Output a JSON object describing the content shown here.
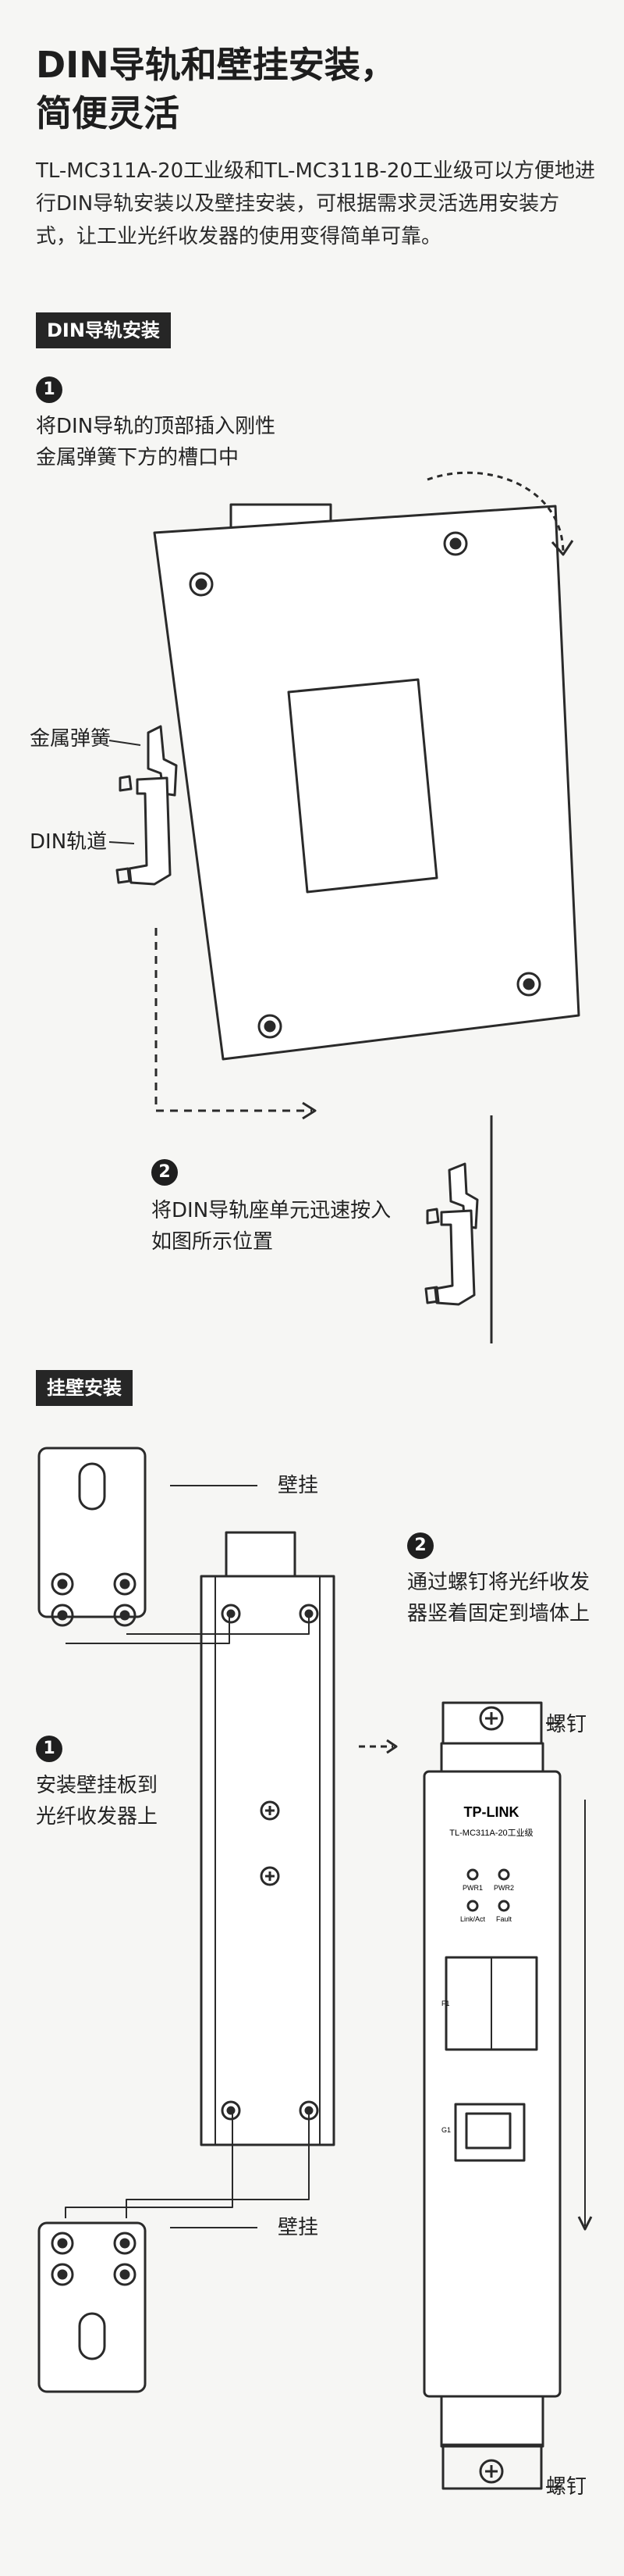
{
  "header": {
    "title_line1": "DIN导轨和壁挂安装，",
    "title_line2": "简便灵活",
    "intro": "TL-MC311A-20工业级和TL-MC311B-20工业级可以方便地进行DIN导轨安装以及壁挂安装，可根据需求灵活选用安装方式，让工业光纤收发器的使用变得简单可靠。"
  },
  "din_section": {
    "label": "DIN导轨安装",
    "step1_number": "1",
    "step1_text": "将DIN导轨的顶部插入刚性金属弹簧下方的槽口中",
    "label_spring": "金属弹簧",
    "label_rail": "DIN轨道",
    "step2_number": "2",
    "step2_text": "将DIN导轨座单元迅速按入如图所示位置"
  },
  "wall_section": {
    "label": "挂壁安装",
    "label_wall_top": "壁挂",
    "label_wall_bottom": "壁挂",
    "step1_number": "1",
    "step1_text": "安装壁挂板到光纤收发器上",
    "step2_number": "2",
    "step2_text": "通过螺钉将光纤收发器竖着固定到墙体上",
    "label_screw_top": "螺钉",
    "label_screw_bottom": "螺钉"
  },
  "device": {
    "brand": "TP-LINK",
    "model": "TL-MC311A-20工业级",
    "led_pwr1": "PWR1",
    "led_pwr2": "PWR2",
    "led_link": "Link/Act",
    "led_fault": "Fault",
    "port_f1": "F1",
    "port_g1": "G1"
  }
}
